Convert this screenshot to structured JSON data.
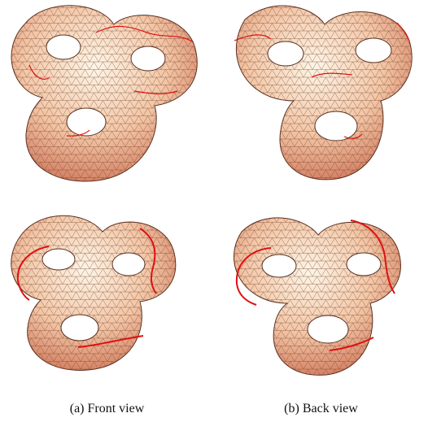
{
  "figure": {
    "captions": {
      "front": "(a) Front view",
      "back": "(b) Back view"
    },
    "colors": {
      "surface_light": "#fbf0dc",
      "surface_mid": "#f3c6a6",
      "surface_dark": "#d88563",
      "mesh_lines": "#6b3a2a",
      "cut_curve": "#e01010"
    },
    "panels": [
      {
        "view": "front",
        "row": "top",
        "mesh": "triangulated-surface-3-holes",
        "cut_curves": "thin"
      },
      {
        "view": "back",
        "row": "top",
        "mesh": "triangulated-surface-3-holes",
        "cut_curves": "thin"
      },
      {
        "view": "front",
        "row": "bottom",
        "mesh": "triangulated-surface-3-holes",
        "cut_curves": "thick"
      },
      {
        "view": "back",
        "row": "bottom",
        "mesh": "triangulated-surface-3-holes",
        "cut_curves": "thick"
      }
    ]
  }
}
